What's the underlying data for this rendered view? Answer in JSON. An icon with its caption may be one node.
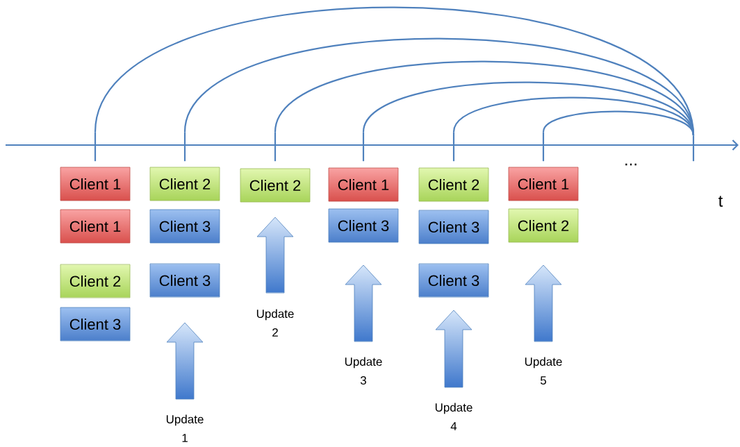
{
  "diagram": {
    "nodes": [
      {
        "text": [],
        "shape": "bar"
      },
      {
        "text": [],
        "shape": "bar"
      },
      {
        "text": [],
        "shape": "bar"
      },
      {
        "text": [],
        "shape": "bar"
      },
      {
        "text": [],
        "shape": "bar"
      },
      {
        "text": [],
        "shape": "bar"
      },
      {
        "text": [],
        "shape": "bar"
      },
      {
        "text": [
          "Client 1"
        ]
      },
      {
        "text": [
          "Client 1"
        ]
      },
      {
        "text": [
          "Client 2"
        ]
      },
      {
        "text": [
          "Client 3"
        ]
      },
      {
        "text": [
          "Client 2"
        ]
      },
      {
        "text": [
          "Client 3"
        ]
      },
      {
        "text": [
          "Client 3"
        ]
      },
      {
        "text": [
          "Update 1"
        ]
      },
      {
        "text": [
          "Client 2"
        ]
      },
      {
        "text": [
          "Update 2"
        ]
      },
      {
        "text": [
          "Client 1"
        ]
      },
      {
        "text": [
          "Client 3"
        ]
      },
      {
        "text": [
          "Update 3"
        ]
      },
      {
        "text": [
          "Client 2"
        ]
      },
      {
        "text": [
          "Client 3"
        ]
      },
      {
        "text": [
          "Client 3"
        ]
      },
      {
        "text": [
          "Update 4"
        ]
      },
      {
        "text": [
          "Client 1"
        ]
      },
      {
        "text": [
          "Client 2"
        ]
      },
      {
        "text": [
          "Update 5"
        ]
      }
    ],
    "edges": [
      {
        "from": 0,
        "to": 6,
        "arrow": "none"
      },
      {
        "from": 1,
        "to": 6,
        "arrow": "none"
      },
      {
        "from": 2,
        "to": 6,
        "arrow": "none"
      },
      {
        "from": 3,
        "to": 6,
        "arrow": "none"
      },
      {
        "from": 4,
        "to": 6,
        "arrow": "none"
      },
      {
        "from": 5,
        "to": 6,
        "arrow": "none"
      }
    ],
    "labels": [
      "...",
      "t"
    ]
  }
}
